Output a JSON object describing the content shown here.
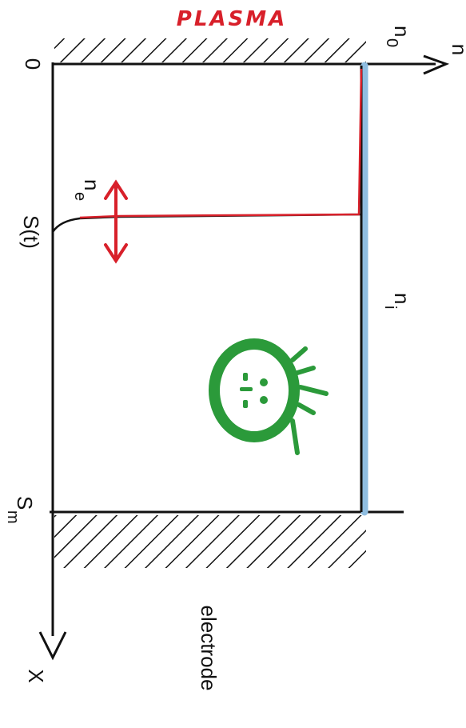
{
  "title": "PLASMA",
  "labels": {
    "origin": "0",
    "n0": "n",
    "n0_sub": "0",
    "n_axis": "n",
    "ne": "n",
    "ne_sub": "e",
    "sheath_edge": "S(t)",
    "ni": "n",
    "ni_sub": "i",
    "sm": "S",
    "sm_sub": "m",
    "electrode": "electrode",
    "x_axis": "X"
  },
  "colors": {
    "ink": "#111111",
    "electron": "#d8202a",
    "ion": "#8fbde0",
    "face": "#2b9a3a"
  }
}
